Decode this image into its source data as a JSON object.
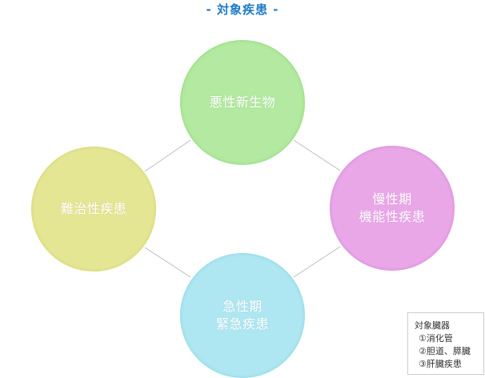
{
  "title": "- 対象疾患 -",
  "nodes": {
    "top": "悪性新生物",
    "left": "難治性疾患",
    "right": "慢性期\n機能性疾患",
    "bottom": "急性期\n緊急疾患"
  },
  "legend": {
    "heading": "対象臓器",
    "items": [
      "①消化管",
      "②胆道、膵臓",
      "③肝臓疾患"
    ]
  },
  "colors": {
    "title": "#1e7bc6",
    "top_node": "#b3e9a0",
    "left_node": "#e4e694",
    "right_node": "#e9a7e8",
    "bottom_node": "#aee6f1",
    "connector": "#bbbbbb"
  }
}
